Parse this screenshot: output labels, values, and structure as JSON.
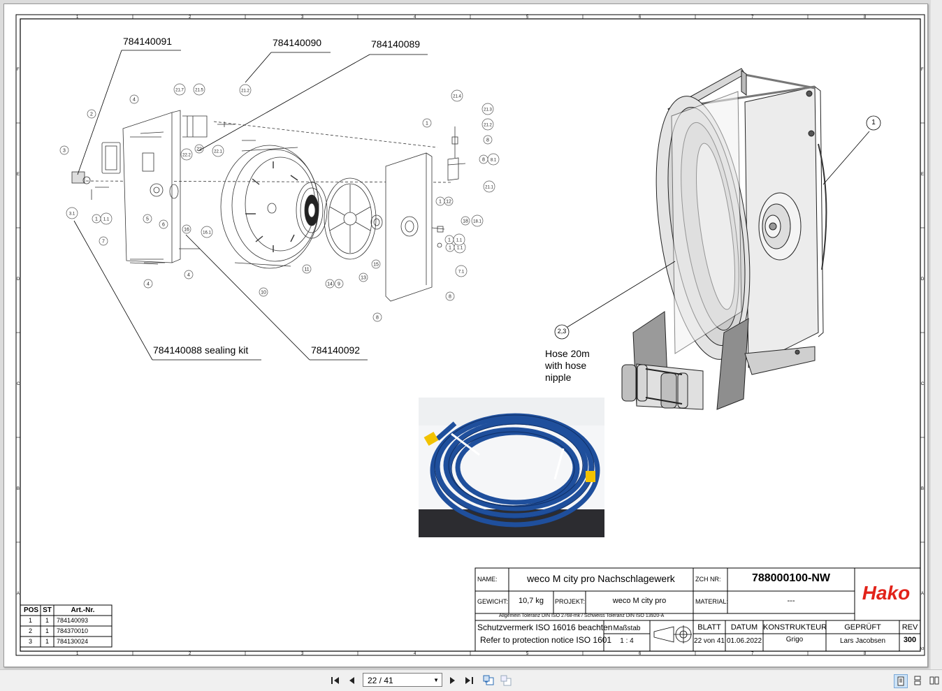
{
  "callouts": {
    "c784140091": "784140091",
    "c784140090": "784140090",
    "c784140089": "784140089",
    "sealing_kit": "784140088 sealing kit",
    "c784140092": "784140092",
    "hose_ref": "2,3",
    "hose_desc_1": "Hose 20m",
    "hose_desc_2": "with hose",
    "hose_desc_3": "nipple",
    "pos1": "1"
  },
  "part_labels": [
    "21.7",
    "21.5",
    "21.2",
    "21.4",
    "21.3",
    "21.2",
    "4",
    "2",
    "3",
    "1",
    "8",
    "8",
    "8.1",
    "22.2",
    "22",
    "22.1",
    "21.1",
    "5",
    "6",
    "16",
    "16.1",
    "1",
    "1.1",
    "1",
    "12",
    "18",
    "18.1",
    "7",
    "3.1",
    "1",
    "1.1",
    "1",
    "1.1",
    "11",
    "14",
    "9",
    "13",
    "15",
    "7.1",
    "4",
    "4",
    "10",
    "8",
    "8"
  ],
  "frame_letters": {
    "top": [
      "1",
      "2",
      "3",
      "4",
      "5",
      "6",
      "7",
      "8"
    ],
    "side": [
      "F",
      "E",
      "D",
      "C",
      "B",
      "A"
    ]
  },
  "parts_list": {
    "headers": [
      "POS",
      "ST",
      "Art.-Nr."
    ],
    "rows": [
      [
        "1",
        "1",
        "784140093"
      ],
      [
        "2",
        "1",
        "784370010"
      ],
      [
        "3",
        "1",
        "784130024"
      ]
    ]
  },
  "title_block": {
    "name_label": "NAME:",
    "name_value": "weco M city pro Nachschlagewerk",
    "zchnr_label": "ZCH NR:",
    "zchnr_value": "788000100-NW",
    "weight_label": "GEWICHT:",
    "weight_value": "10,7 kg",
    "project_label": "PROJEKT:",
    "project_value": "weco M city pro",
    "material_label": "MATERIAL:",
    "material_value": "---",
    "tolerance": "Allgemein Toleranz DIN ISO 2768-mk / Schweiss Toleranz DIN ISO 13920-A",
    "protect_1": "Schutzvermerk  ISO 16016 beachten",
    "protect_2": "Refer to protection notice ISO 1601",
    "scale_label": "Maßstab",
    "scale_value": "1 : 4",
    "sheet_label": "BLATT",
    "sheet_value": "22 von 41",
    "date_label": "DATUM",
    "date_value": "01.06.2022",
    "designer_label": "KONSTRUKTEUR",
    "designer_value": "Grigo",
    "checked_label": "GEPRÜFT",
    "checked_value": "Lars Jacobsen",
    "rev_label": "REV",
    "rev_value": "300",
    "logo": "Hako",
    "corner": "A3"
  },
  "toolbar": {
    "page_indicator": "22 / 41"
  },
  "colors": {
    "logo_red": "#e2231a",
    "hose_blue": "#1f4f9c"
  }
}
